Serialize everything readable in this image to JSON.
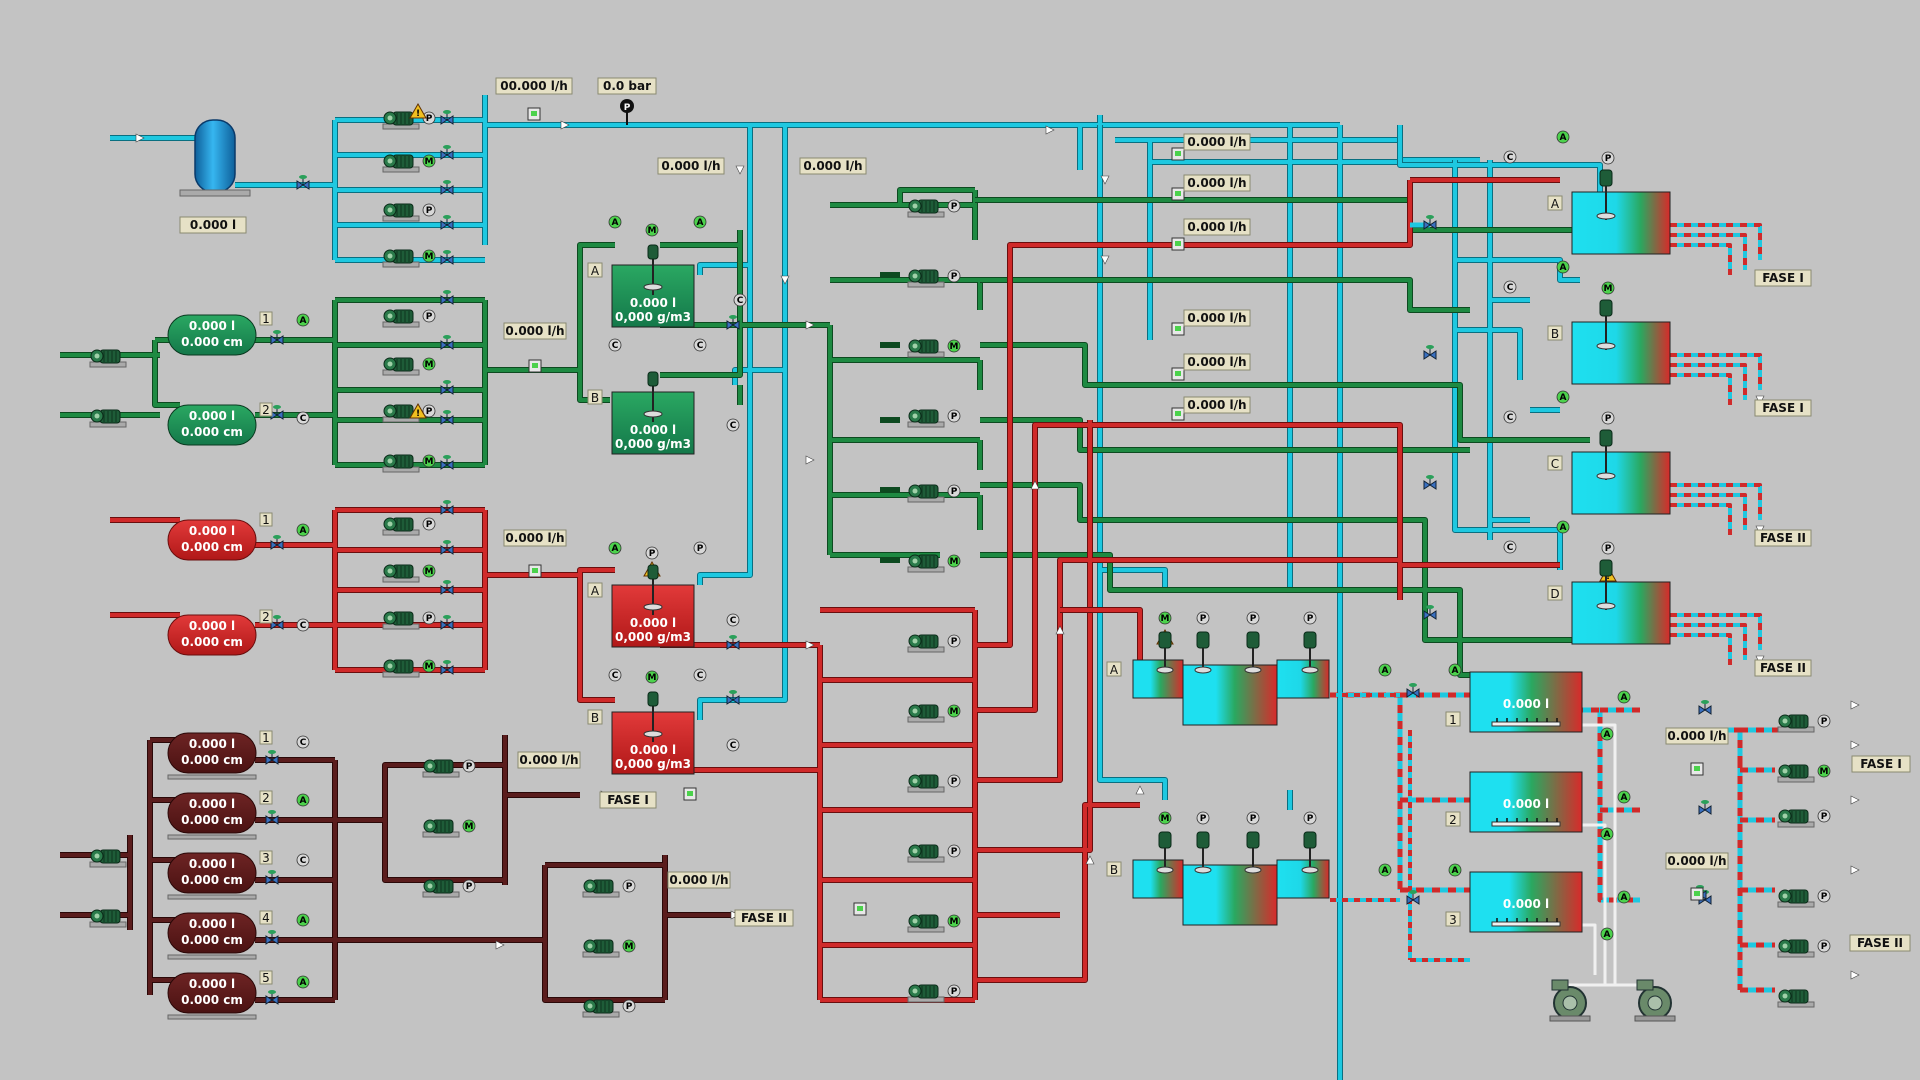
{
  "colors": {
    "background": "#c3c3c3",
    "water": "#1ec8e0",
    "green_line": "#1e7a38",
    "red_line": "#d02a2a",
    "brown_line": "#5a1c1c",
    "tank_green": "#1a8a4c",
    "tank_red": "#c81e1e",
    "tank_brown": "#5a1818",
    "tank_blue": "#1e8ad0",
    "motor": "#1e5c38",
    "indicator_green": "#4cd24c"
  },
  "icons": {
    "pump": "pump-icon",
    "valve": "valve-icon",
    "flowmeter": "flowmeter-icon",
    "manometer": "pressure-gauge-icon",
    "warning": "warning-icon",
    "fan": "blower-fan-icon",
    "mixer": "mixer-motor-icon",
    "arrow": "flow-arrow-icon"
  },
  "water_supply": {
    "tank_volume": "0.000 l",
    "main_flow": "00.000 l/h",
    "main_pressure": "0.0 bar",
    "branch_flow_1": "0.000 l/h",
    "branch_flow_2": "0.000 l/h"
  },
  "pump_badges": [
    "P",
    "M",
    "A",
    "C"
  ],
  "green_stock": {
    "tanks": [
      {
        "num": "1",
        "volume": "0.000 l",
        "level": "0.000 cm",
        "badge": "A"
      },
      {
        "num": "2",
        "volume": "0.000 l",
        "level": "0.000 cm",
        "badge": "C"
      }
    ],
    "flow": "0.000 l/h"
  },
  "red_stock": {
    "tanks": [
      {
        "num": "1",
        "volume": "0.000 l",
        "level": "0.000 cm",
        "badge": "A"
      },
      {
        "num": "2",
        "volume": "0.000 l",
        "level": "0.000 cm",
        "badge": "C"
      }
    ],
    "flow": "0.000 l/h"
  },
  "brown_stock": {
    "tanks": [
      {
        "num": "1",
        "volume": "0.000 l",
        "level": "0.000 cm",
        "badge": "C"
      },
      {
        "num": "2",
        "volume": "0.000 l",
        "level": "0.000 cm",
        "badge": "A"
      },
      {
        "num": "3",
        "volume": "0.000 l",
        "level": "0.000 cm",
        "badge": "C"
      },
      {
        "num": "4",
        "volume": "0.000 l",
        "level": "0.000 cm",
        "badge": "A"
      },
      {
        "num": "5",
        "volume": "0.000 l",
        "level": "0.000 cm",
        "badge": "A"
      }
    ],
    "flow_1": "0.000 l/h",
    "flow_2": "0.000 l/h",
    "out_1": "FASE I",
    "out_2": "FASE II"
  },
  "green_mix": [
    {
      "id": "A",
      "volume": "0.000 l",
      "concentration": "0,000 g/m3"
    },
    {
      "id": "B",
      "volume": "0.000 l",
      "concentration": "0,000 g/m3"
    }
  ],
  "red_mix": [
    {
      "id": "A",
      "volume": "0.000 l",
      "concentration": "0,000 g/m3"
    },
    {
      "id": "B",
      "volume": "0.000 l",
      "concentration": "0,000 g/m3"
    }
  ],
  "header_flows": [
    "0.000 l/h",
    "0.000 l/h",
    "0.000 l/h",
    "0.000 l/h",
    "0.000 l/h",
    "0.000 l/h"
  ],
  "process_tanks": [
    {
      "id": "A",
      "out": "FASE I"
    },
    {
      "id": "B",
      "out": "FASE I"
    },
    {
      "id": "C",
      "out": "FASE II"
    },
    {
      "id": "D",
      "out": "FASE II"
    }
  ],
  "reactors": [
    {
      "id": "A"
    },
    {
      "id": "B"
    }
  ],
  "final_tanks": [
    {
      "num": "1",
      "volume": "0.000 l"
    },
    {
      "num": "2",
      "volume": "0.000 l"
    },
    {
      "num": "3",
      "volume": "0.000 l"
    }
  ],
  "final_out": [
    {
      "flow": "0.000 l/h",
      "label": "FASE I"
    },
    {
      "flow": "0.000 l/h",
      "label": "FASE II"
    }
  ]
}
